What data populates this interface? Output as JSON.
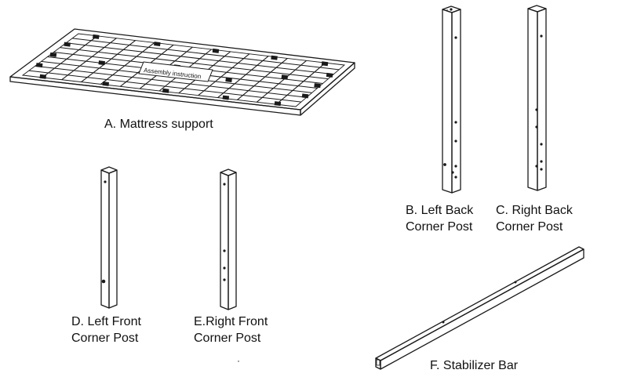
{
  "parts": {
    "a": {
      "label": "A. Mattress support",
      "sticker_text": "Assembly instruction"
    },
    "b": {
      "line1": "B. Left Back",
      "line2": "Corner Post"
    },
    "c": {
      "line1": "C. Right Back",
      "line2": "Corner Post"
    },
    "d": {
      "line1": "D. Left Front",
      "line2": "Corner Post"
    },
    "e": {
      "line1": "E.Right Front",
      "line2": "Corner Post"
    },
    "f": {
      "label": "F. Stabilizer Bar"
    }
  }
}
